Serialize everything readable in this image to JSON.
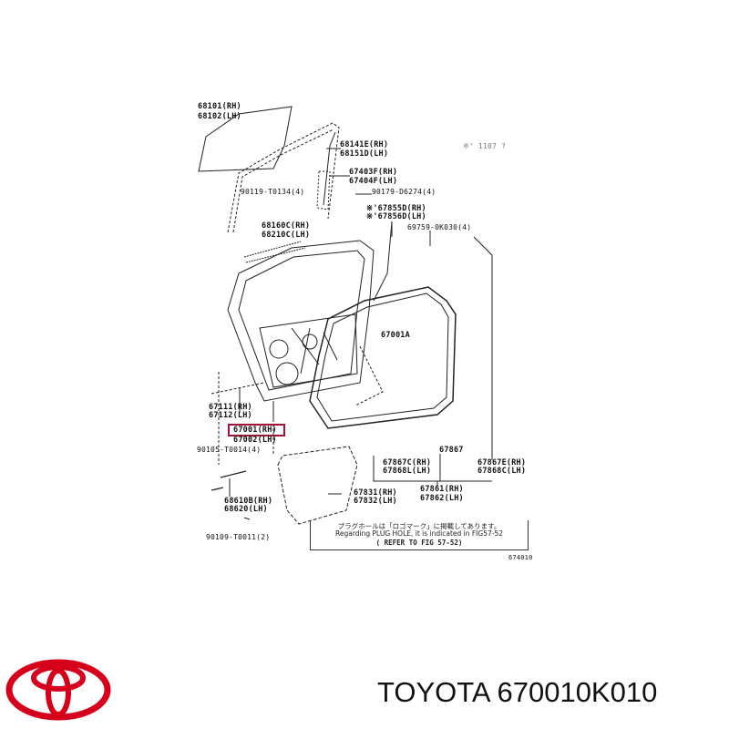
{
  "labels": {
    "l68101": "68101(RH)",
    "l68102": "68102(LH)",
    "l68141": "68141E(RH)",
    "l68151": "68151D(LH)",
    "lnote1": "※' 1107   ?",
    "l67403": "67403F(RH)",
    "l67404": "67404F(LH)",
    "l90119": "90119-T0134(4)",
    "l90179": "90179-D6274(4)",
    "l67855": "※'67855D(RH)",
    "l67856": "※'67856D(LH)",
    "l69759": "69759-0K030(4)",
    "l68160": "68160C(RH)",
    "l68210": "68210C(LH)",
    "l67001a": "67001A",
    "l67111": "67111(RH)",
    "l67112": "67112(LH)",
    "l67001": "67001(RH)",
    "l67002": "67002(LH)",
    "l90105": "90105-T0014(4)",
    "l67867": "67867",
    "l67867c": "67867C(RH)",
    "l67868l": "67868L(LH)",
    "l67867e": "67867E(RH)",
    "l67868c": "67868C(LH)",
    "l68610": "68610B(RH)",
    "l68620": "68620(LH)",
    "l67831": "67831(RH)",
    "l67832": "67832(LH)",
    "l67861": "67861(RH)",
    "l67862": "67862(LH)",
    "l90109": "90109-T0011(2)"
  },
  "note": {
    "line1": "プラグホールは「ロゴマーク」に掲載してあります。",
    "line2": "Regarding PLUG HOLE, it is indicated in FIG57-52",
    "line3": "( REFER TO FIG 57-52)"
  },
  "figure_id": "674010",
  "highlight_color": "#a0163b",
  "brand": {
    "text": "TOYOTA 670010K010",
    "logo_color": "#d7001b",
    "logo_text": "TOYOTA"
  }
}
